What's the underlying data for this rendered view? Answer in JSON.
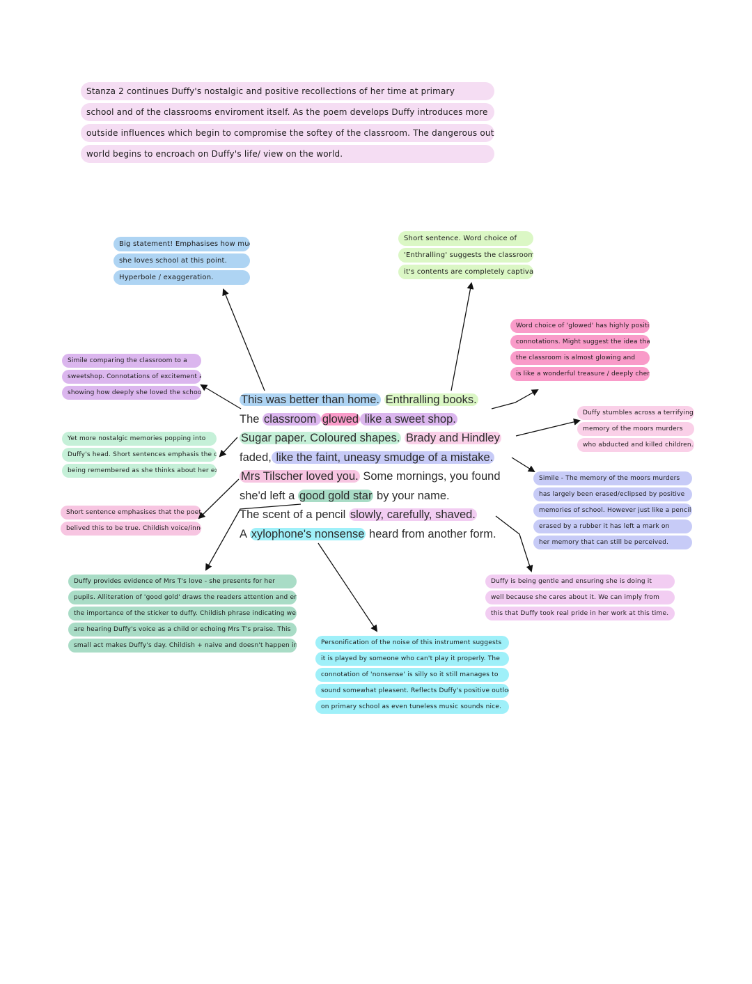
{
  "colors": {
    "pink": "#f5ddf3",
    "blue": "#aed4f3",
    "lime": "#dbf7c5",
    "magenta": "#f99bc9",
    "purple": "#dbb6ee",
    "green": "#c5f0d8",
    "lightpink": "#fad0e8",
    "lavender": "#c7cbf7",
    "rose": "#f7c5e1",
    "teal": "#a9dcc6",
    "lilac": "#f2cdf2",
    "cyan": "#9ff0f9"
  },
  "intro": {
    "lines": [
      "Stanza 2 continues Duffy's nostalgic and positive recollections of her time at primary",
      "school and of the classrooms enviroment itself. As the poem develops Duffy introduces more",
      "outside influences which begin to compromise the softey of the classroom. The dangerous outside",
      "world begins to encroach on Duffy's life/ view on the world."
    ]
  },
  "poem": {
    "lines": [
      [
        {
          "text": "This was better than home.",
          "hl": "blue"
        },
        {
          "text": " "
        },
        {
          "text": "Enthralling books.",
          "hl": "lime"
        }
      ],
      [
        {
          "text": "The "
        },
        {
          "text": "classroom ",
          "hl": "purple"
        },
        {
          "text": "glowed",
          "hl": "magenta"
        },
        {
          "text": " like a sweet shop.",
          "hl": "purple"
        }
      ],
      [
        {
          "text": "Sugar paper. Coloured shapes.",
          "hl": "green"
        },
        {
          "text": " "
        },
        {
          "text": "Brady and Hindley",
          "hl": "lightpink"
        }
      ],
      [
        {
          "text": "faded,"
        },
        {
          "text": " like the faint, uneasy smudge of a mistake.",
          "hl": "lavender"
        }
      ],
      [
        {
          "text": "Mrs Tilscher loved you.",
          "hl": "rose"
        },
        {
          "text": " Some mornings, you found"
        }
      ],
      [
        {
          "text": "she'd left a "
        },
        {
          "text": "good gold star",
          "hl": "teal"
        },
        {
          "text": " by your name."
        }
      ],
      [
        {
          "text": "The scent of a pencil "
        },
        {
          "text": "slowly, carefully, shaved.",
          "hl": "lilac"
        }
      ],
      [
        {
          "text": "A "
        },
        {
          "text": "xylophone's nonsense",
          "hl": "cyan"
        },
        {
          "text": " heard from another form."
        }
      ]
    ]
  },
  "notes": {
    "big_statement": [
      "Big statement! Emphasises how much",
      "she loves school at this point.",
      "Hyperbole / exaggeration."
    ],
    "short_sentence": [
      "Short sentence. Word choice of",
      "'Enthralling' suggests the classroom and",
      "it's contents are completely captivating."
    ],
    "glowed": [
      "Word choice of 'glowed' has highly positive",
      "connotations. Might suggest the idea that",
      "the classroom is almost glowing and",
      "is like a wonderful treasure / deeply cherished."
    ],
    "simile_sweetshop": [
      "Simile comparing the classroom to a",
      "sweetshop. Connotations of excitement and joy",
      "showing how deeply she loved the school experience."
    ],
    "brady_hindley": [
      "Duffy stumbles across a terrifying",
      "memory of the moors murders",
      "who abducted and killed children."
    ],
    "nostalgic_memories": [
      "Yet more nostalgic memories popping into",
      "Duffy's head. Short sentences emphasis the details",
      "being remembered as she thinks about her experience."
    ],
    "simile_moors": [
      "Simile - The memory of the moors murders",
      "has largely been erased/eclipsed by positive",
      "memories of school. However just like a pencil",
      "erased by a rubber it has left a mark on",
      "her memory that can still be perceived."
    ],
    "short_belief": [
      "Short sentence emphasises that the poet",
      "belived this to be true. Childish voice/innocencent."
    ],
    "gold_star": [
      "Duffy provides evidence of Mrs T's love - she presents for her",
      "pupils. Alliteration of 'good gold' draws the readers attention and emphasises",
      "the importance of the sticker to duffy. Childish phrase indicating we",
      "are hearing Duffy's voice as a child or echoing Mrs T's praise. This",
      "small act makes Duffy's day. Childish + naive and doesn't happen in adulthood."
    ],
    "pencil": [
      "Duffy is being gentle and ensuring she is doing it",
      "well because she cares about it. We can imply from",
      "this that Duffy took real pride in her work at this time."
    ],
    "xylophone": [
      "Personification of the noise of this instrument suggests",
      "it is played by someone who can't play it properly. The",
      "connotation of 'nonsense' is silly so it still manages to",
      "sound somewhat pleasent. Reflects Duffy's positive outlook",
      "on primary school as even tuneless music sounds nice."
    ]
  }
}
